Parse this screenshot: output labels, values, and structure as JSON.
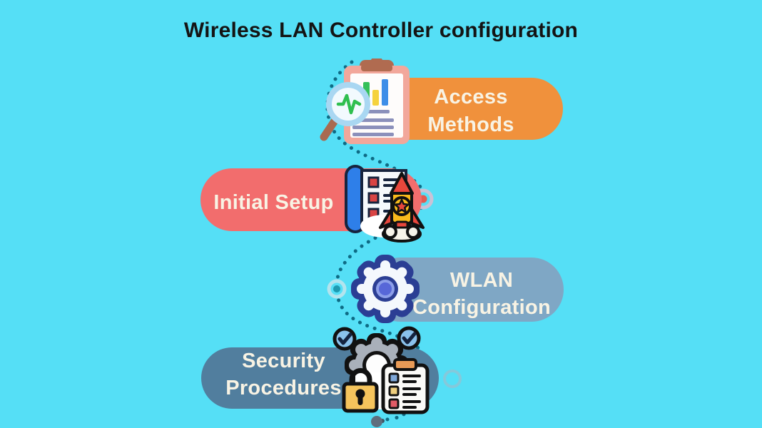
{
  "title": "Wireless LAN Controller configuration",
  "palette": {
    "background": "#55DFF6",
    "title_text": "#141414",
    "step_text": "#F8F3E4",
    "dotted_path": "#0E6B85",
    "end_dot": "#5F6E7E",
    "node_a_ring": "#C9C2D6",
    "node_a_center": "#E25A50",
    "node_b_ring": "#B3E4EE",
    "node_b_center": "#1E9AB0"
  },
  "steps": [
    {
      "label": "Access Methods",
      "lines": [
        "Access",
        "Methods"
      ],
      "color": "#F0913C",
      "icon": "analysis-clipboard-magnifier-icon"
    },
    {
      "label": "Initial Setup",
      "lines": [
        "Initial Setup"
      ],
      "color": "#F26D6D",
      "icon": "blueprint-rocket-icon"
    },
    {
      "label": "WLAN Configuration",
      "lines": [
        "WLAN",
        "Configuration"
      ],
      "color": "#7FA7C5",
      "icon": "settings-gear-icon"
    },
    {
      "label": "Security Procedures",
      "lines": [
        "Security",
        "Procedures"
      ],
      "color": "#517E9E",
      "icon": "security-lock-checklist-icon"
    }
  ]
}
